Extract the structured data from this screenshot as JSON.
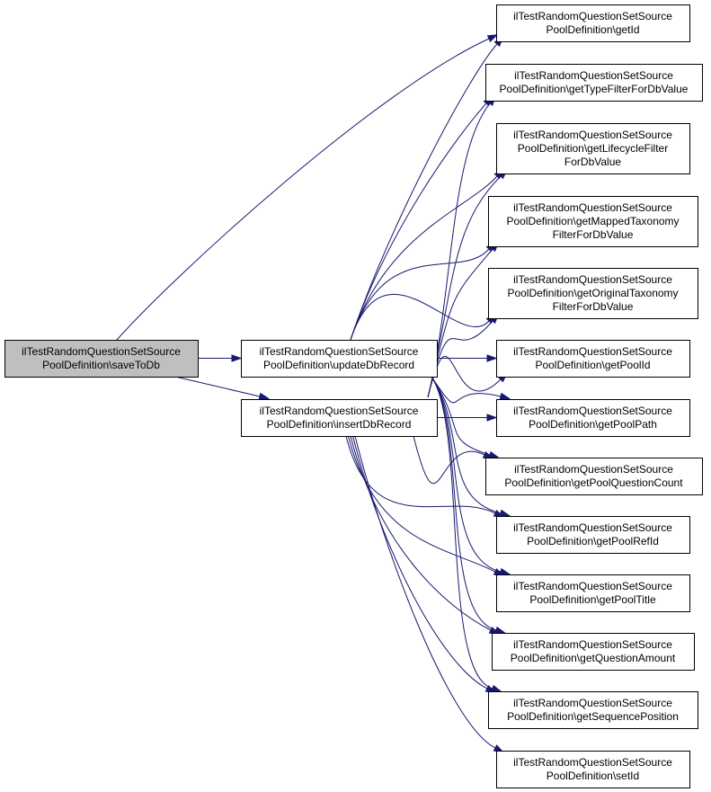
{
  "diagram": {
    "type": "call-graph",
    "colors": {
      "edge": "#191970",
      "root_fill": "#bfbfbf",
      "node_fill": "#ffffff",
      "border": "#000000"
    },
    "nodes": [
      {
        "id": "saveToDb",
        "lines": [
          "ilTestRandomQuestionSetSource",
          "PoolDefinition\\saveToDb"
        ],
        "root": true
      },
      {
        "id": "updateDbRecord",
        "lines": [
          "ilTestRandomQuestionSetSource",
          "PoolDefinition\\updateDbRecord"
        ]
      },
      {
        "id": "insertDbRecord",
        "lines": [
          "ilTestRandomQuestionSetSource",
          "PoolDefinition\\insertDbRecord"
        ]
      },
      {
        "id": "getId",
        "lines": [
          "ilTestRandomQuestionSetSource",
          "PoolDefinition\\getId"
        ]
      },
      {
        "id": "getTypeFilterForDbValue",
        "lines": [
          "ilTestRandomQuestionSetSource",
          "PoolDefinition\\getTypeFilterForDbValue"
        ]
      },
      {
        "id": "getLifecycleFilterForDbValue",
        "lines": [
          "ilTestRandomQuestionSetSource",
          "PoolDefinition\\getLifecycleFilter",
          "ForDbValue"
        ]
      },
      {
        "id": "getMappedTaxonomyFilterForDbValue",
        "lines": [
          "ilTestRandomQuestionSetSource",
          "PoolDefinition\\getMappedTaxonomy",
          "FilterForDbValue"
        ]
      },
      {
        "id": "getOriginalTaxonomyFilterForDbValue",
        "lines": [
          "ilTestRandomQuestionSetSource",
          "PoolDefinition\\getOriginalTaxonomy",
          "FilterForDbValue"
        ]
      },
      {
        "id": "getPoolId",
        "lines": [
          "ilTestRandomQuestionSetSource",
          "PoolDefinition\\getPoolId"
        ]
      },
      {
        "id": "getPoolPath",
        "lines": [
          "ilTestRandomQuestionSetSource",
          "PoolDefinition\\getPoolPath"
        ]
      },
      {
        "id": "getPoolQuestionCount",
        "lines": [
          "ilTestRandomQuestionSetSource",
          "PoolDefinition\\getPoolQuestionCount"
        ]
      },
      {
        "id": "getPoolRefId",
        "lines": [
          "ilTestRandomQuestionSetSource",
          "PoolDefinition\\getPoolRefId"
        ]
      },
      {
        "id": "getPoolTitle",
        "lines": [
          "ilTestRandomQuestionSetSource",
          "PoolDefinition\\getPoolTitle"
        ]
      },
      {
        "id": "getQuestionAmount",
        "lines": [
          "ilTestRandomQuestionSetSource",
          "PoolDefinition\\getQuestionAmount"
        ]
      },
      {
        "id": "getSequencePosition",
        "lines": [
          "ilTestRandomQuestionSetSource",
          "PoolDefinition\\getSequencePosition"
        ]
      },
      {
        "id": "setId",
        "lines": [
          "ilTestRandomQuestionSetSource",
          "PoolDefinition\\setId"
        ]
      }
    ],
    "edges": [
      [
        "saveToDb",
        "getId"
      ],
      [
        "saveToDb",
        "updateDbRecord"
      ],
      [
        "saveToDb",
        "insertDbRecord"
      ],
      [
        "updateDbRecord",
        "getId"
      ],
      [
        "updateDbRecord",
        "getTypeFilterForDbValue"
      ],
      [
        "updateDbRecord",
        "getLifecycleFilterForDbValue"
      ],
      [
        "updateDbRecord",
        "getMappedTaxonomyFilterForDbValue"
      ],
      [
        "updateDbRecord",
        "getOriginalTaxonomyFilterForDbValue"
      ],
      [
        "updateDbRecord",
        "getPoolId"
      ],
      [
        "updateDbRecord",
        "getPoolPath"
      ],
      [
        "updateDbRecord",
        "getPoolQuestionCount"
      ],
      [
        "updateDbRecord",
        "getPoolRefId"
      ],
      [
        "updateDbRecord",
        "getPoolTitle"
      ],
      [
        "updateDbRecord",
        "getQuestionAmount"
      ],
      [
        "updateDbRecord",
        "getSequencePosition"
      ],
      [
        "insertDbRecord",
        "getTypeFilterForDbValue"
      ],
      [
        "insertDbRecord",
        "getLifecycleFilterForDbValue"
      ],
      [
        "insertDbRecord",
        "getMappedTaxonomyFilterForDbValue"
      ],
      [
        "insertDbRecord",
        "getOriginalTaxonomyFilterForDbValue"
      ],
      [
        "insertDbRecord",
        "getPoolId"
      ],
      [
        "insertDbRecord",
        "getPoolPath"
      ],
      [
        "insertDbRecord",
        "getPoolQuestionCount"
      ],
      [
        "insertDbRecord",
        "getPoolRefId"
      ],
      [
        "insertDbRecord",
        "getPoolTitle"
      ],
      [
        "insertDbRecord",
        "getQuestionAmount"
      ],
      [
        "insertDbRecord",
        "getSequencePosition"
      ],
      [
        "insertDbRecord",
        "setId"
      ]
    ]
  }
}
